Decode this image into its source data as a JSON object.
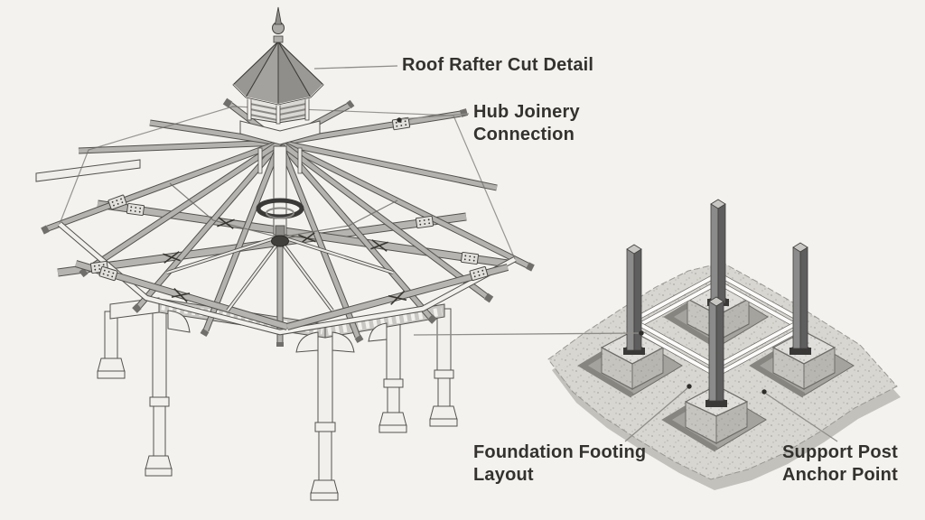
{
  "labels": {
    "roof_rafter_cut_detail": "Roof Rafter Cut Detail",
    "hub_joinery_connection": "Hub Joinery\nConnection",
    "foundation_footing_layout": "Foundation Footing\nLayout",
    "support_post_anchor_point": "Support Post\nAnchor Point"
  },
  "colors": {
    "background": "#f4f2ee",
    "text": "#34322f",
    "leader_line": "#8f8d89",
    "leader_dot": "#2f2d2a",
    "wood_gray": "#b4b2ae",
    "white_wood": "#f2f0ec",
    "concrete": "#e0deda",
    "gravel_pad": "#d8d6d1",
    "pit": "#a5a39e",
    "post_dark": "#5e5e5e"
  },
  "figures": {
    "gazebo": "gazebo-roof-framing-isometric",
    "foundation": "foundation-footing-layout-isometric"
  }
}
